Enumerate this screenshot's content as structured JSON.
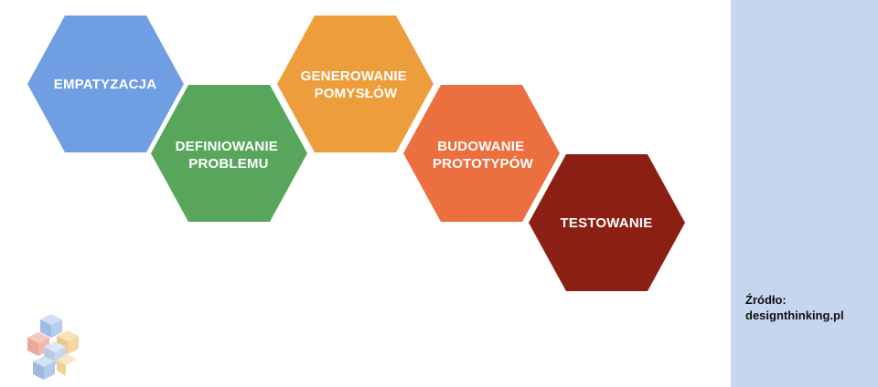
{
  "diagram": {
    "steps": [
      {
        "lines": [
          "EMPATYZACJA"
        ],
        "color": "#6f9ee3"
      },
      {
        "lines": [
          "DEFINIOWANIE",
          "PROBLEMU"
        ],
        "color": "#58a65c"
      },
      {
        "lines": [
          "GENEROWANIE",
          "POMYSŁÓW"
        ],
        "color": "#ee9d3c"
      },
      {
        "lines": [
          "BUDOWANIE",
          "PROTOTYPÓW"
        ],
        "color": "#ec6f3f"
      },
      {
        "lines": [
          "TESTOWANIE"
        ],
        "color": "#8b1f13"
      }
    ]
  },
  "source": {
    "label": "Źródło:",
    "site": "designthinking.pl"
  },
  "colors": {
    "side_panel": "#c5d6ee",
    "background": "#ffffff"
  },
  "logo": {
    "icon": "stacked-cubes-logo-icon"
  }
}
